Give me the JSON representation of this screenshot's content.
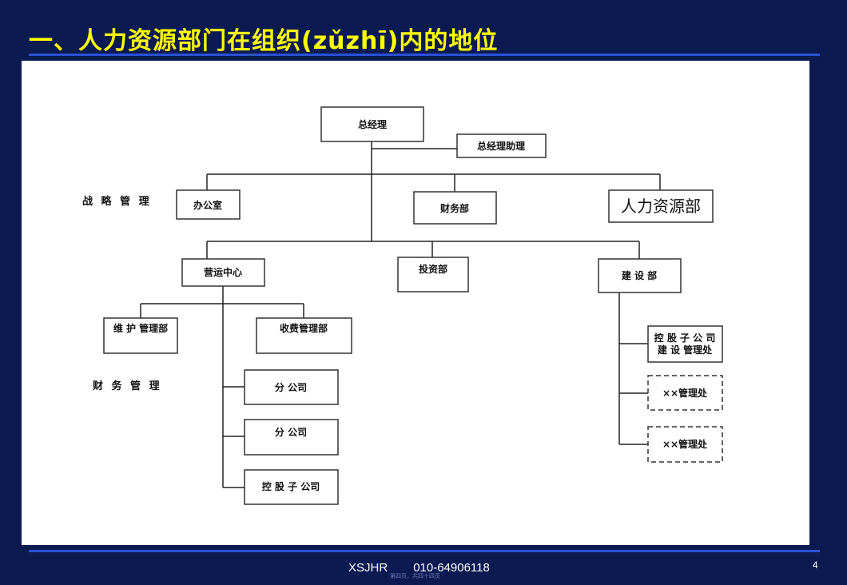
{
  "slide": {
    "title": "一、人力资源部门在组织(zǔzhī)内的地位",
    "footer_org": "XSJHR",
    "footer_phone": "010-64906118",
    "page_number": "4",
    "sub_caption": "第四页，共四十四页"
  },
  "org_chart": {
    "side_labels": {
      "strategy": "战 略 管 理",
      "finance": "财 务 管 理"
    },
    "nodes": {
      "general_manager": "总经理",
      "gm_assistant": "总经理助理",
      "office": "办公室",
      "finance_dept": "财务部",
      "hr_dept": "人力资源部",
      "operations_center": "营运中心",
      "investment_dept": "投资部",
      "construction_dept": "建 设 部",
      "maintenance_dept": "维 护 管理部",
      "fee_dept": "收费管理部",
      "branch_1": "分 公司",
      "branch_2": "分 公司",
      "holding_company": "控 股 子 公司",
      "holding_construction_line1": "控 股 子 公 司",
      "holding_construction_line2": "建 设 管理处",
      "xx_office_1": "××管理处",
      "xx_office_2": "××管理处"
    }
  }
}
